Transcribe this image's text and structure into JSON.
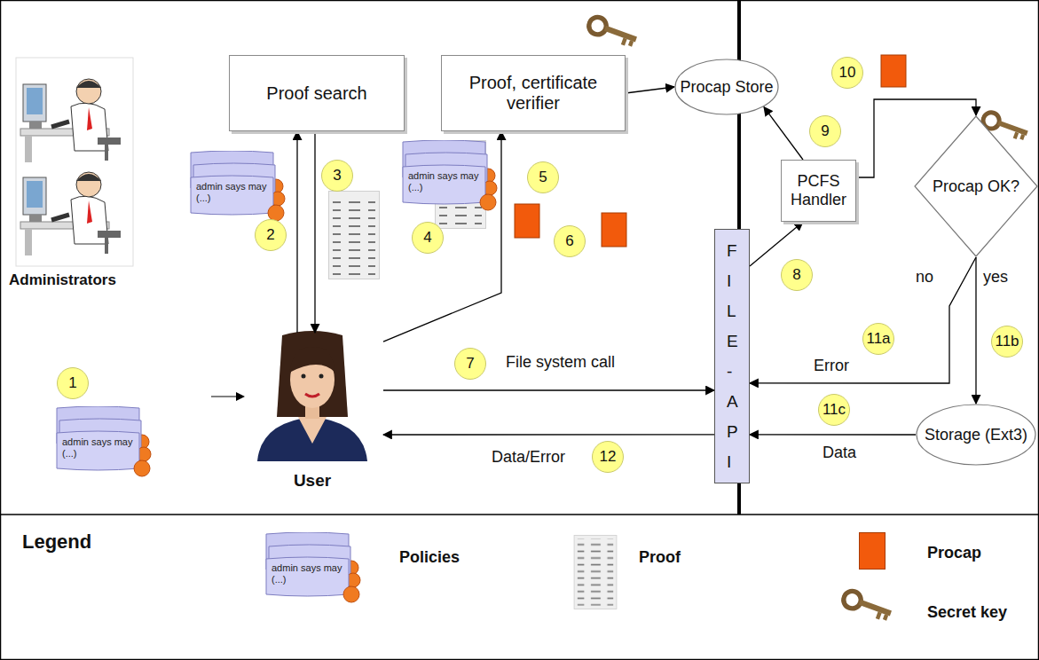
{
  "diagram": {
    "nodes": [
      {
        "text": [
          "Proof search"
        ]
      },
      {
        "text": [
          "Proof, certificate verifier"
        ]
      },
      {
        "text": [
          "Procap Store"
        ]
      },
      {
        "text": [
          "PCFS Handler"
        ]
      },
      {
        "text": [
          "Procap OK?"
        ]
      },
      {
        "text": [
          "FILE-API"
        ]
      },
      {
        "text": [
          "User"
        ]
      },
      {
        "text": [
          "Storage (Ext3)"
        ]
      }
    ],
    "edges": [
      {
        "from": 6,
        "to": 0,
        "arrow": "to"
      },
      {
        "from": 0,
        "to": 6,
        "arrow": "to"
      },
      {
        "from": 6,
        "to": 1,
        "arrow": "to"
      },
      {
        "from": 1,
        "to": 2,
        "arrow": "to"
      },
      {
        "from": 3,
        "to": 2,
        "arrow": "to"
      },
      {
        "from": 5,
        "to": 3,
        "arrow": "to"
      },
      {
        "from": 6,
        "to": 5,
        "label": "File system call",
        "arrow": "to"
      },
      {
        "from": 5,
        "to": 6,
        "label": "Data/Error",
        "arrow": "to"
      },
      {
        "from": 4,
        "to": 5,
        "label": "Error",
        "arrow": "to"
      },
      {
        "from": 4,
        "to": 7,
        "arrow": "to"
      },
      {
        "from": 7,
        "to": 5,
        "label": "Data",
        "arrow": "to"
      },
      {
        "from": 3,
        "to": 4,
        "arrow": "to"
      }
    ],
    "labels": [
      "Administrators",
      "2",
      "3",
      "4",
      "5",
      "6",
      "10",
      "9",
      "8",
      "no",
      "yes",
      "11a",
      "11b",
      "1",
      "7",
      "11c",
      "12",
      "admin says may (...)",
      "admin says may (...)",
      "admin says may (...)",
      "Legend",
      "admin says may (...)"
    ],
    "legend": [
      {
        "text": "Policies"
      },
      {
        "text": "Proof"
      },
      {
        "text": "Procap",
        "color": "#f25a0c"
      },
      {
        "text": "Secret key"
      }
    ]
  }
}
